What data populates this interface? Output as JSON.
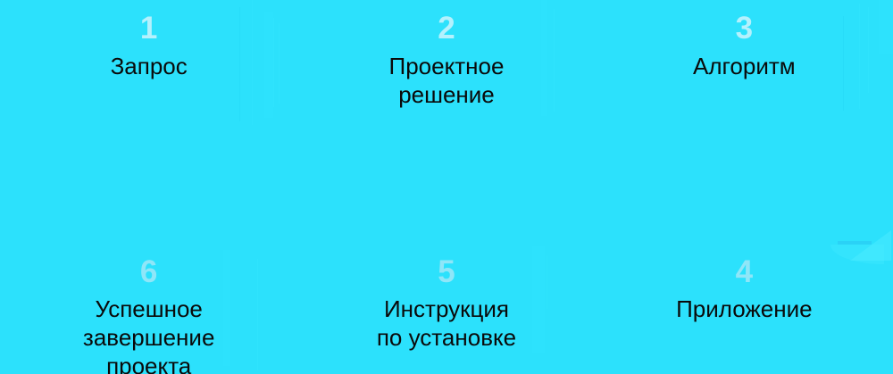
{
  "background_color": "#2CE1FC",
  "number_color_top": "#B4F1FD",
  "number_color_bottom": "#8FE6F8",
  "label_color": "#0A0A0A",
  "steps": {
    "top": [
      {
        "number": "1",
        "label": "Запрос"
      },
      {
        "number": "2",
        "label": "Проектное\nрешение"
      },
      {
        "number": "3",
        "label": "Алгоритм"
      }
    ],
    "bottom": [
      {
        "number": "6",
        "label": "Успешное\nзавершение\nпроекта"
      },
      {
        "number": "5",
        "label": "Инструкция\nпо установке"
      },
      {
        "number": "4",
        "label": "Приложение"
      }
    ]
  }
}
